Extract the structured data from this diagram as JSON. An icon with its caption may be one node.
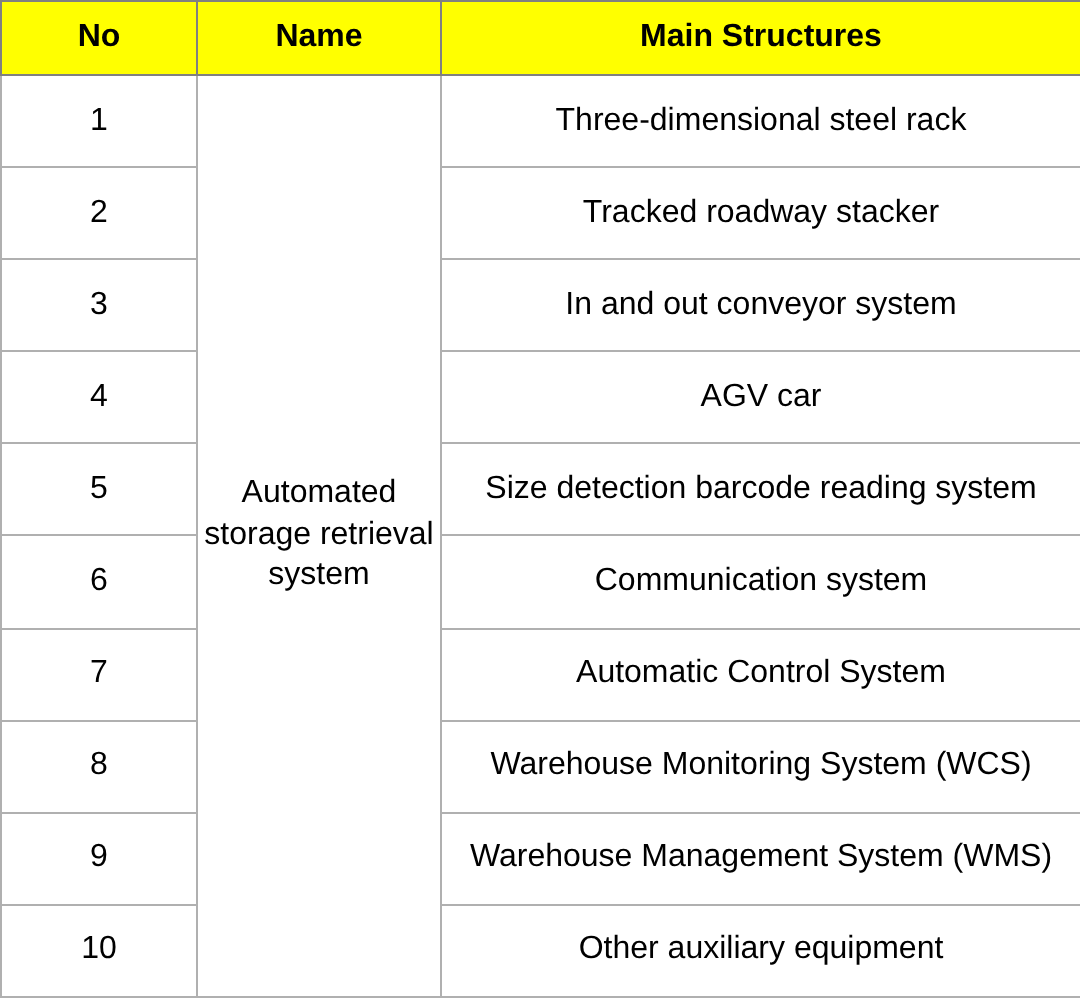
{
  "diagram": {
    "labels": [
      "No",
      "Name",
      "Main Structures",
      "1",
      "Automated storage retrieval system",
      "Three-dimensional steel rack",
      "2",
      "Tracked roadway stacker",
      "3",
      "In and out conveyor system",
      "4",
      "AGV car",
      "5",
      "Size detection barcode reading system",
      "6",
      "Communication system",
      "7",
      "Automatic Control System",
      "8",
      "Warehouse Monitoring System (WCS)",
      "9",
      "Warehouse Management System (WMS)",
      "10",
      "Other auxiliary equipment"
    ]
  }
}
